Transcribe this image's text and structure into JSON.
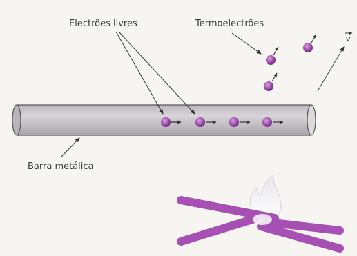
{
  "labels": {
    "free_electrons": "Electrões livres",
    "thermoelectrons": "Termoelectrões",
    "velocity": "v",
    "metal_bar": "Barra metálica"
  },
  "colors": {
    "electron": "#a24fb0",
    "electron_dark": "#7a2c86",
    "bar_fill": "#c9c6cb",
    "bar_stroke": "#555555",
    "heat_rod": "#a650b3",
    "arrow": "#333333",
    "label_text": "#3a3a3a"
  },
  "icons": {
    "electron": "purple-sphere",
    "heat_source": "crossed-purple-rods-with-flame"
  }
}
